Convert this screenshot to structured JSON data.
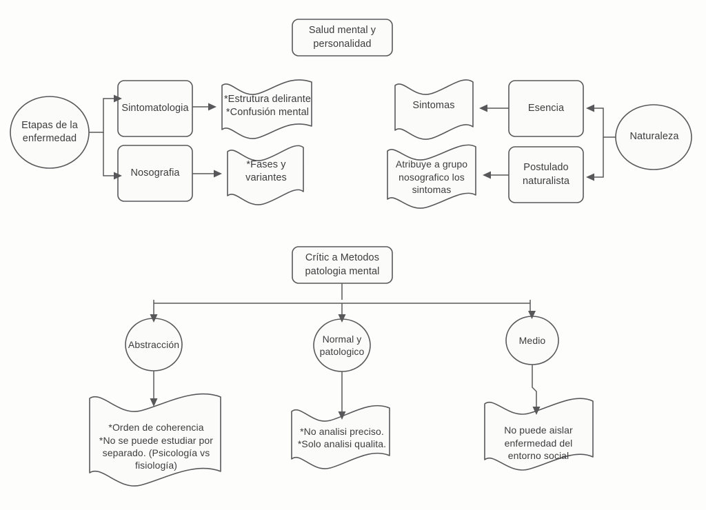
{
  "diagram": {
    "title_text": "Salud mental y personalidad",
    "colors": {
      "stroke": "#58585a",
      "text": "#3c3c3e",
      "shape_fill": "#fbfbfa",
      "background": "#fdfdfc"
    },
    "top_section": {
      "root": {
        "label": "Salud mental y\npersonalidad",
        "shape": "rounded-rect"
      },
      "left_branch": {
        "source": {
          "label": "Etapas de la\nenfermedad",
          "shape": "ellipse"
        },
        "nodes": [
          {
            "label": "Sintomatologia",
            "shape": "rounded-rect"
          },
          {
            "label": "Nosografia",
            "shape": "rounded-rect"
          }
        ],
        "banners": [
          {
            "label": "*Estrutura delirante\n*Confusión mental",
            "shape": "banner"
          },
          {
            "label": "*Fases y\nvariantes",
            "shape": "banner"
          }
        ]
      },
      "right_branch": {
        "source": {
          "label": "Naturaleza",
          "shape": "ellipse"
        },
        "nodes": [
          {
            "label": "Esencia",
            "shape": "rounded-rect"
          },
          {
            "label": "Postulado\nnaturalista",
            "shape": "rounded-rect"
          }
        ],
        "banners": [
          {
            "label": "Sintomas",
            "shape": "banner"
          },
          {
            "label": "Atribuye a grupo\nnosografico los\nsintomas",
            "shape": "banner"
          }
        ]
      }
    },
    "bottom_section": {
      "root": {
        "label": "Crític a Metodos\npatologia mental",
        "shape": "rounded-rect"
      },
      "circles": [
        {
          "label": "Abstracción",
          "shape": "ellipse"
        },
        {
          "label": "Normal y\npatologico",
          "shape": "ellipse"
        },
        {
          "label": "Medio",
          "shape": "ellipse"
        }
      ],
      "banners": [
        {
          "label": "*Orden de coherencia\n*No se puede estudiar por\nseparado. (Psicología vs\nfisiología)",
          "shape": "banner"
        },
        {
          "label": "*No analisi preciso.\n*Solo analisi qualita.",
          "shape": "banner"
        },
        {
          "label": "No puede aislar\nenfermedad del\nentorno social",
          "shape": "banner"
        }
      ]
    }
  }
}
